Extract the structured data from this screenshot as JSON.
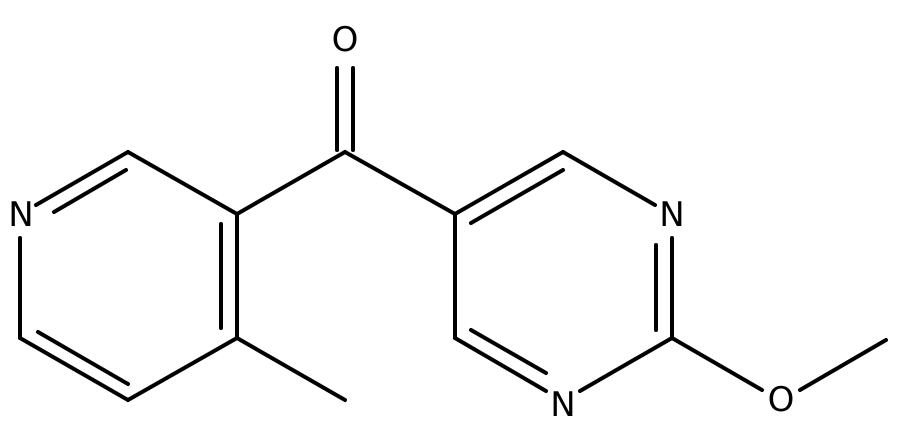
{
  "molecule": {
    "atoms": {
      "carbonyl_oxygen": "O",
      "pyridine_nitrogen": "N",
      "pyrimidine_nitrogen_1": "N",
      "pyrimidine_nitrogen_2": "N",
      "methoxy_oxygen": "O"
    }
  },
  "colors": {
    "bond": "#000000",
    "background": "#ffffff"
  }
}
